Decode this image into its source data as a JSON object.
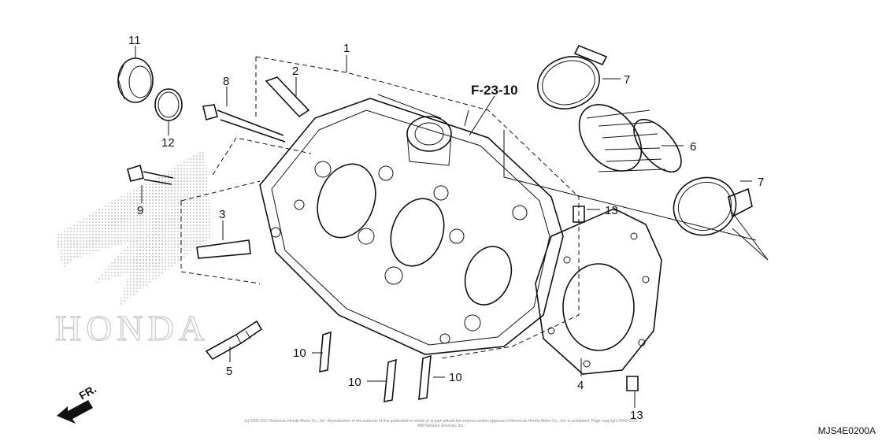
{
  "callouts": [
    {
      "label": "1"
    },
    {
      "label": "2"
    },
    {
      "label": "3"
    },
    {
      "label": "4"
    },
    {
      "label": "5"
    },
    {
      "label": "6"
    },
    {
      "label": "7"
    },
    {
      "label": "7"
    },
    {
      "label": "8"
    },
    {
      "label": "9"
    },
    {
      "label": "10"
    },
    {
      "label": "10"
    },
    {
      "label": "10"
    },
    {
      "label": "11"
    },
    {
      "label": "12"
    },
    {
      "label": "13"
    },
    {
      "label": "13"
    }
  ],
  "reference": "F-23-10",
  "front_marker": "FR.",
  "watermark": "HONDA",
  "diagram_code": "MJS4E0200A",
  "copyright": "(c) 2002-2017 American Honda Motor Co., Inc. Reproduction of the contents of this publication in whole or in part without the express written approval of American Honda Motor Co., Inc. is prohibited. Page copyright 2002-2017 ARI Network Services, Inc."
}
